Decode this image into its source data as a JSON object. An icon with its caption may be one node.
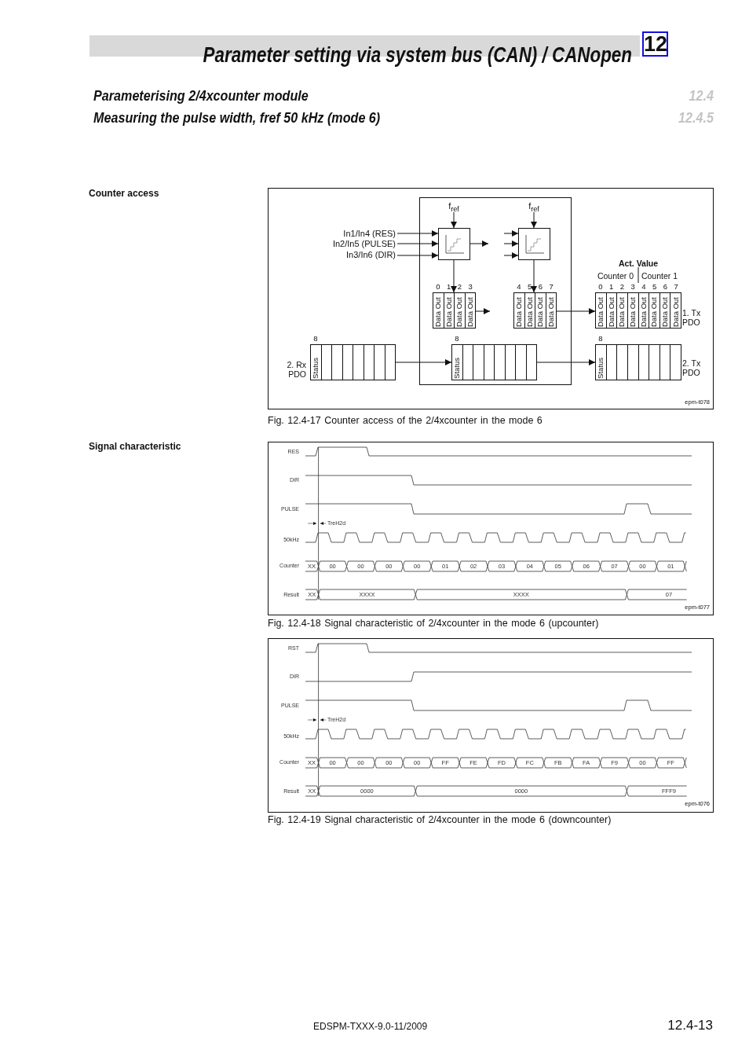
{
  "diagram": {
    "title": "Parameter setting via system bus (CAN) / CANopen",
    "nodes": [
      {
        "text": [
          "In1/In4 (RES)"
        ]
      },
      {
        "text": [
          "In2/In5 (PULSE)"
        ]
      },
      {
        "text": [
          "In3/In6 (DIR)"
        ]
      },
      {
        "text": [],
        "shape": "box"
      },
      {
        "text": [
          "f$_{ref}$"
        ],
        "in": 3
      },
      {
        "text": [],
        "shape": "box",
        "in": 3
      },
      {
        "text": [
          "f$_{ref}$"
        ],
        "in": 3
      },
      {
        "text": [],
        "shape": "box",
        "in": 3
      },
      {
        "text": [
          "Data Out",
          "Data Out",
          "Data Out",
          "Data Out"
        ],
        "beside": [
          "0",
          "1",
          "2",
          "3"
        ],
        "in": 3
      },
      {
        "text": [
          "Data Out",
          "Data Out",
          "Data Out",
          "Data Out"
        ],
        "beside": [
          "4",
          "5",
          "6",
          "7"
        ],
        "in": 3
      },
      {
        "text": [
          "Data Out",
          "Data Out",
          "Data Out",
          "Data Out",
          "Data Out",
          "Data Out",
          "Data Out",
          "Data Out"
        ],
        "beside": [
          "Act. Value",
          "Counter 0",
          "Counter 1",
          "0",
          "1",
          "2",
          "3",
          "4",
          "5",
          "6",
          "7",
          "1. Tx PDO"
        ]
      },
      {
        "text": [
          "Status"
        ],
        "beside": [
          "8",
          "2. Rx PDO"
        ]
      },
      {
        "text": [
          "Status"
        ],
        "beside": [
          "8"
        ],
        "in": 3
      },
      {
        "text": [
          "Status"
        ],
        "beside": [
          "8",
          "2. Tx PDO"
        ]
      }
    ],
    "edges": [
      {
        "from": 0,
        "to": 5,
        "arrow": "to"
      },
      {
        "from": 1,
        "to": 5,
        "arrow": "to"
      },
      {
        "from": 2,
        "to": 5,
        "arrow": "to"
      },
      {
        "from": 4,
        "to": 5,
        "arrow": "to"
      },
      {
        "from": 6,
        "to": 7,
        "arrow": "to"
      },
      {
        "from": 5,
        "to": null,
        "arrow": "to"
      },
      {
        "from": null,
        "to": 7,
        "arrow": "to"
      },
      {
        "from": null,
        "to": 7,
        "arrow": "to"
      },
      {
        "from": null,
        "to": 7,
        "arrow": "to"
      },
      {
        "from": 5,
        "to": 8,
        "arrow": "to"
      },
      {
        "from": 7,
        "to": 9,
        "arrow": "to"
      },
      {
        "from": 8,
        "to": null,
        "arrow": "to"
      },
      {
        "from": 9,
        "to": 10,
        "arrow": "to"
      },
      {
        "from": 11,
        "to": 12,
        "arrow": "to"
      },
      {
        "from": 12,
        "to": 13,
        "arrow": "to"
      }
    ],
    "labels": [
      "12",
      "Parameterising 2/4xcounter module",
      "12.4",
      "Measuring the pulse width, fref 50 kHz (mode 6)",
      "12.4.5",
      "Counter access",
      "epm-t078",
      "Fig. 12.4-17 Counter access of the 2/4xcounter in the mode 6",
      "Signal characteristic",
      "RES",
      "DIR",
      "PULSE",
      "TreH2d",
      "50kHz",
      "Counter",
      "XX",
      "00",
      "00",
      "00",
      "00",
      "01",
      "02",
      "03",
      "04",
      "05",
      "06",
      "07",
      "00",
      "01",
      "Result",
      "XX",
      "XXXX",
      "XXXX",
      "07",
      "epm-t077",
      "Fig. 12.4-18 Signal characteristic of 2/4xcounter in the mode 6 (upcounter)",
      "RST",
      "DIR",
      "PULSE",
      "TreH2d",
      "50kHz",
      "Counter",
      "XX",
      "00",
      "00",
      "00",
      "00",
      "FF",
      "FE",
      "FD",
      "FC",
      "FB",
      "FA",
      "F9",
      "00",
      "FF",
      "Result",
      "XX",
      "0000",
      "0000",
      "FFF9",
      "epm-t076",
      "Fig. 12.4-19 Signal characteristic of 2/4xcounter in the mode 6 (downcounter)",
      "EDSPM-TXXX-9.0-11/2009",
      "12.4-13"
    ]
  }
}
